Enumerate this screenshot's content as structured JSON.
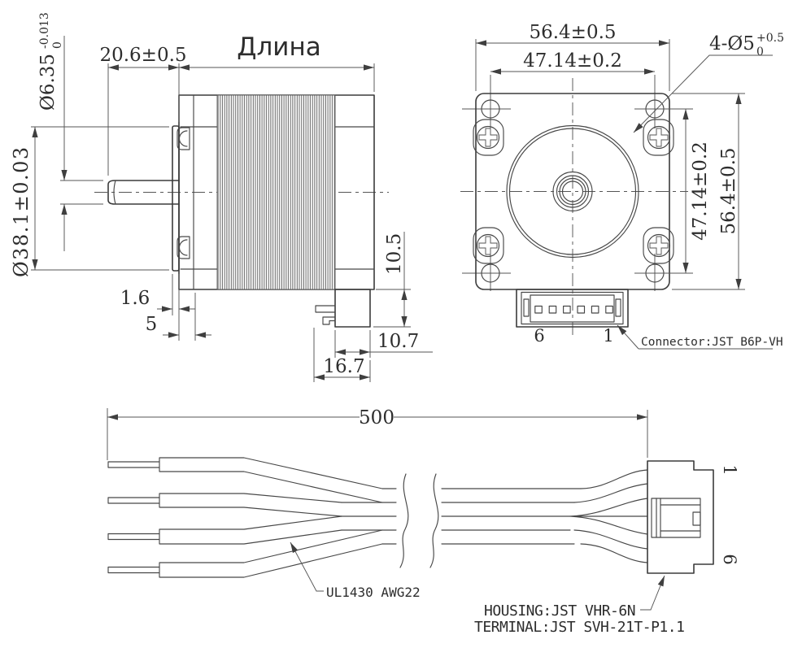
{
  "side_view": {
    "length_label": "Длина",
    "shaft_protrusion": "20.6±0.5",
    "shaft_diameter": {
      "value": "Ø6.35",
      "tol_upper": "0",
      "tol_lower": "-0.013"
    },
    "pilot_diameter": "Ø38.1±0.03",
    "pilot_plate_thickness": "1.6",
    "front_boss_length": "5",
    "connector_height": "10.5",
    "connector_width": "10.7",
    "connector_total_width": "16.7"
  },
  "front_view": {
    "body_width": "56.4±0.5",
    "hole_spacing_h": "47.14±0.2",
    "mounting_holes": {
      "value": "4-Ø5",
      "tol_upper": "+0.5",
      "tol_lower": "0"
    },
    "hole_spacing_v": "47.14±0.2",
    "body_height": "56.4±0.5",
    "pin_number_left": "6",
    "pin_number_right": "1",
    "connector_note": "Connector:JST B6P-VH"
  },
  "cable_view": {
    "cable_length": "500",
    "wire_spec": "UL1430 AWG22",
    "housing_note": "HOUSING:JST VHR-6N",
    "terminal_note": "TERMINAL:JST SVH-21T-P1.1",
    "pin_number_top": "1",
    "pin_number_bottom": "6"
  },
  "colors": {
    "line": "#3b3b3b",
    "thin_line": "#555555",
    "text": "#2d2d2d",
    "background": "#ffffff"
  }
}
